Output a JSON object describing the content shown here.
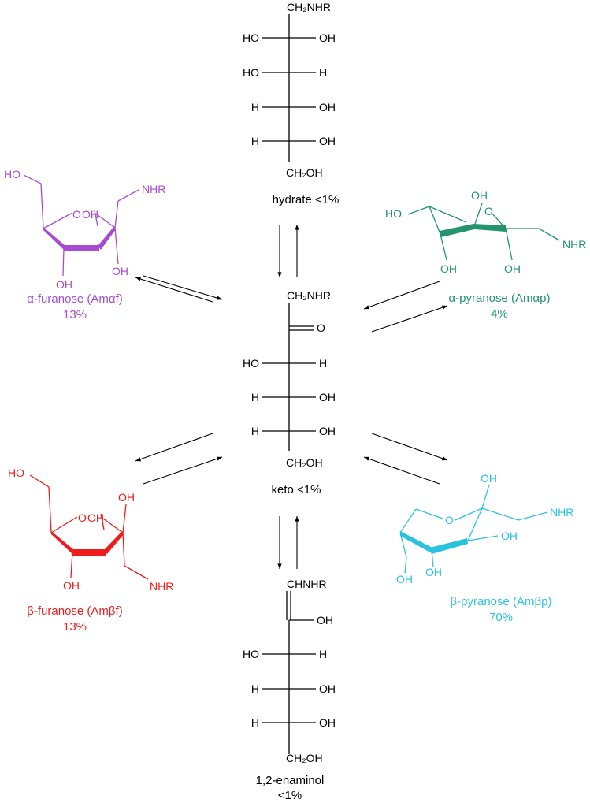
{
  "colors": {
    "black": "#000000",
    "purple": "#a64dd1",
    "green": "#23946b",
    "red": "#ee1c1c",
    "cyan": "#29c3df"
  },
  "hydrate": {
    "top": "CH₂NHR",
    "rows": [
      [
        "HO",
        "OH"
      ],
      [
        "HO",
        "H"
      ],
      [
        "H",
        "OH"
      ],
      [
        "H",
        "OH"
      ]
    ],
    "bottom": "CH₂OH",
    "label": "hydrate <1%"
  },
  "keto": {
    "top": "CH₂NHR",
    "carbonyl": "O",
    "rows": [
      [
        "HO",
        "H"
      ],
      [
        "H",
        "OH"
      ],
      [
        "H",
        "OH"
      ]
    ],
    "bottom": "CH₂OH",
    "label": "keto <1%"
  },
  "enaminol": {
    "top": "CHNHR",
    "c2_oh": "OH",
    "rows": [
      [
        "HO",
        "H"
      ],
      [
        "H",
        "OH"
      ],
      [
        "H",
        "OH"
      ]
    ],
    "bottom": "CH₂OH",
    "label_line1": "1,2-enaminol",
    "label_line2": "<1%"
  },
  "alpha_furanose": {
    "ho": "HO",
    "ring_o": "O",
    "ring_oh": "OH",
    "nhr": "NHR",
    "oh_a": "OH",
    "oh_b": "OH",
    "name": "α-furanose (Amαf)",
    "percent": "13%"
  },
  "alpha_pyranose": {
    "ho": "HO",
    "ring_o": "O",
    "oh_top": "OH",
    "oh_a": "OH",
    "oh_b": "OH",
    "nhr": "NHR",
    "name": "α-pyranose (Amαp)",
    "percent": "4%"
  },
  "beta_furanose": {
    "ho": "HO",
    "ring_o": "O",
    "ring_oh": "OH",
    "oh_top": "OH",
    "oh_a": "OH",
    "nhr": "NHR",
    "name": "β-furanose (Amβf)",
    "percent": "13%"
  },
  "beta_pyranose": {
    "oh_top": "OH",
    "nhr": "NHR",
    "ring_o": "O",
    "oh_a": "OH",
    "oh_b": "OH",
    "oh_c": "OH",
    "name": "β-pyranose (Amβp)",
    "percent": "70%"
  }
}
